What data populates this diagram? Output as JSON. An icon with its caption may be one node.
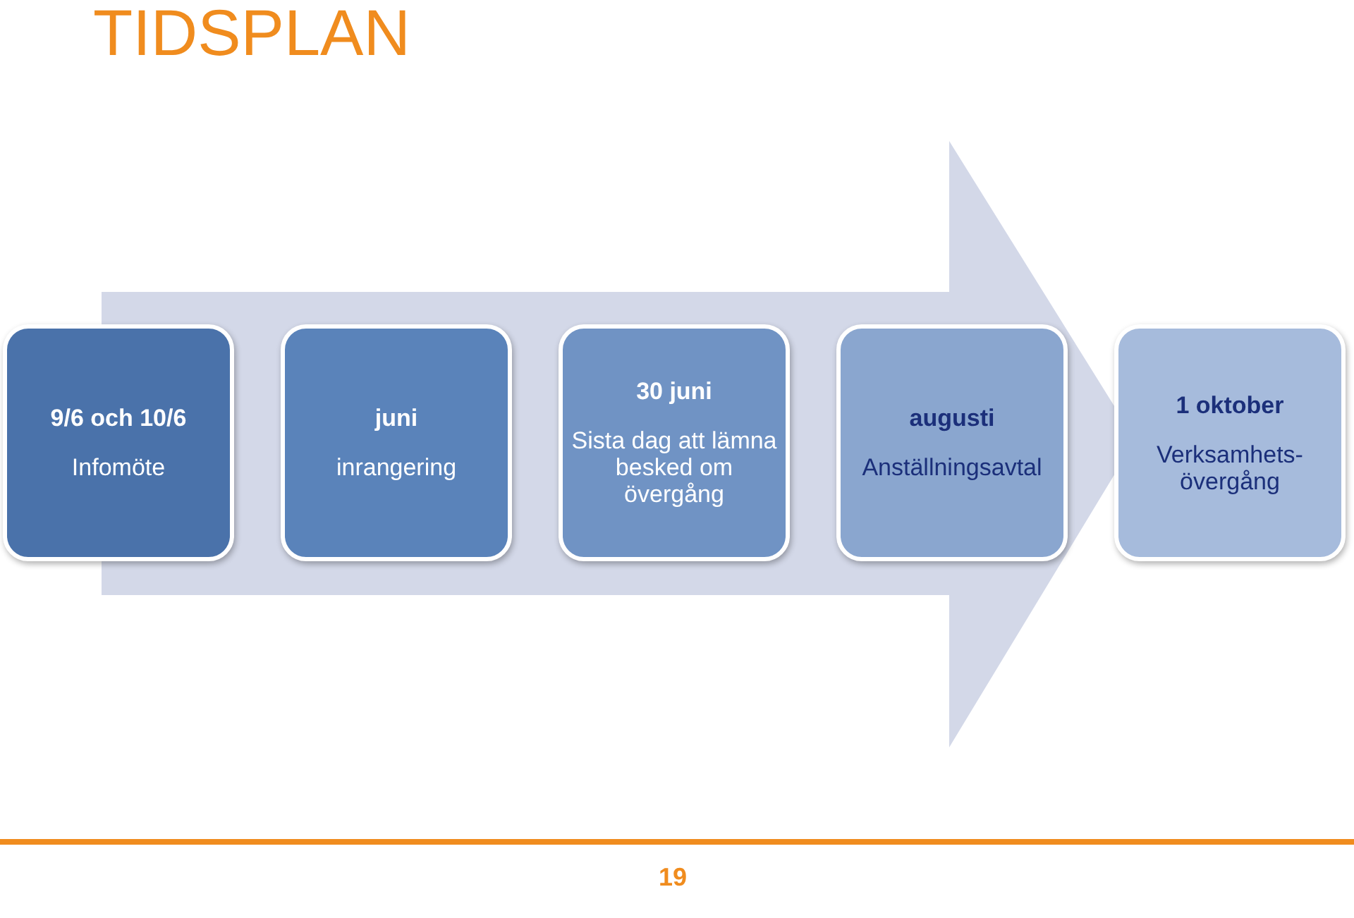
{
  "diagram": {
    "title": "TIDSPLAN",
    "nodes": [
      {
        "text": [
          "9/6 och 10/6",
          "Infomöte"
        ]
      },
      {
        "text": [
          "juni",
          "inrangering"
        ]
      },
      {
        "text": [
          "30 juni",
          "Sista dag att lämna besked om övergång"
        ]
      },
      {
        "text": [
          "augusti",
          "Anställningsavtal"
        ]
      },
      {
        "text": [
          "1 oktober",
          "Verksamhets-övergång"
        ]
      }
    ],
    "labels": [
      "19"
    ]
  }
}
